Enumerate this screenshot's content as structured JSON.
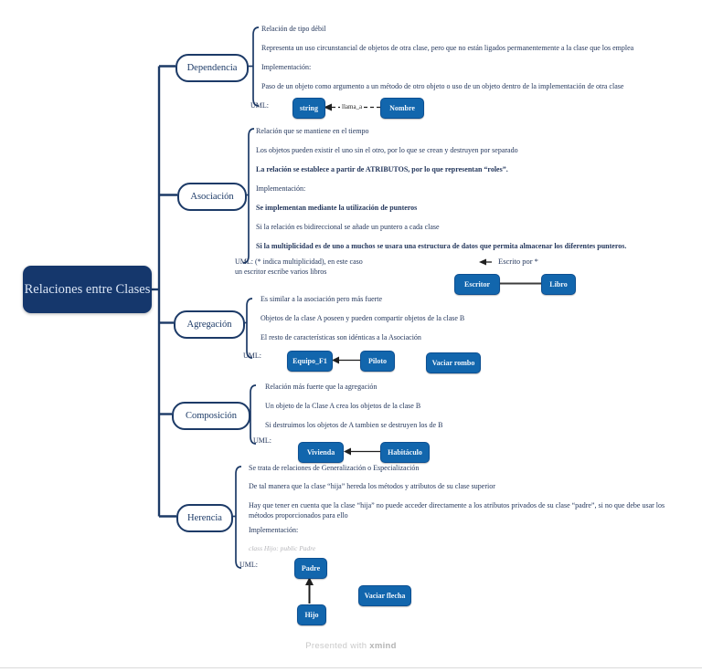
{
  "root": {
    "label": "Relaciones entre Clases"
  },
  "branches": [
    {
      "label": "Dependencia",
      "notes": [
        "Relación de tipo débil",
        "Representa un uso circunstancial de objetos de otra clase, pero que no están ligados permanentemente a la clase que los emplea",
        "Implementación:",
        "Paso de un objeto como argumento a un método de otro objeto o uso de un objeto dentro de la implementación de otra clase"
      ],
      "uml_label": "UML:",
      "uml": {
        "left_box": "string",
        "right_box": "Nombre",
        "arrow_label": "llama_a"
      }
    },
    {
      "label": "Asociación",
      "notes": [
        "Relación que se mantiene en el tiempo",
        "Los objetos pueden existir el uno sin el otro, por lo que se crean y destruyen por separado",
        "La relación se establece a partir de ATRIBUTOS, por lo que representan “roles”.",
        "Implementación:",
        "Se implementan mediante la utilización de punteros",
        "Si la relación es bidireccional se añade un puntero a cada clase",
        "Si la multiplicidad es de uno a muchos se usara una estructura de datos que permita almacenar los diferentes punteros."
      ],
      "uml_label_line1": "UML: (* indica multiplicidad), en este caso",
      "uml_label_line2": "un escritor escribe varios libros",
      "uml": {
        "left_box": "Escritor",
        "right_box": "Libro",
        "annotation": "Escrito por *"
      }
    },
    {
      "label": "Agregación",
      "notes": [
        "Es similar a la asociación pero más fuerte",
        "Objetos de la clase A poseen y pueden compartir objetos de la clase B",
        "El resto de características son idénticas a la Asociación"
      ],
      "uml_label": "UML:",
      "uml": {
        "left_box": "Equipo_F1",
        "right_box": "Piloto",
        "floating_box": "Vaciar rombo"
      }
    },
    {
      "label": "Composición",
      "notes": [
        "Relación más fuerte que la agregación",
        "Un objeto de la Clase A crea los objetos de la clase B",
        "Si destruimos los objetos de A tambien se destruyen los de B"
      ],
      "uml_label": "UML:",
      "uml": {
        "left_box": "Vivienda",
        "right_box": "Habitáculo"
      }
    },
    {
      "label": "Herencia",
      "notes": [
        "Se trata de relaciones de Generalización o Especialización",
        "De tal manera que la clase “hija” hereda los métodos y atributos de su clase superior",
        "Hay que tener en cuenta que la clase “hija” no puede acceder directamente a los atributos privados de su clase “padre”, si no que debe usar los métodos proporcionados para ello",
        "Implementación:"
      ],
      "code_note": "class Hijo: public Padre",
      "uml_label": "UML:",
      "uml": {
        "top_box": "Padre",
        "bottom_box": "Hijo",
        "floating_box": "Vaciar flecha"
      }
    }
  ],
  "footer": {
    "prefix": "Presented with",
    "brand": "xmind"
  },
  "colors": {
    "navy": "#1c3a67",
    "root_bg": "#15376c",
    "box_blue": "#1266ad",
    "text": "#24375c"
  }
}
